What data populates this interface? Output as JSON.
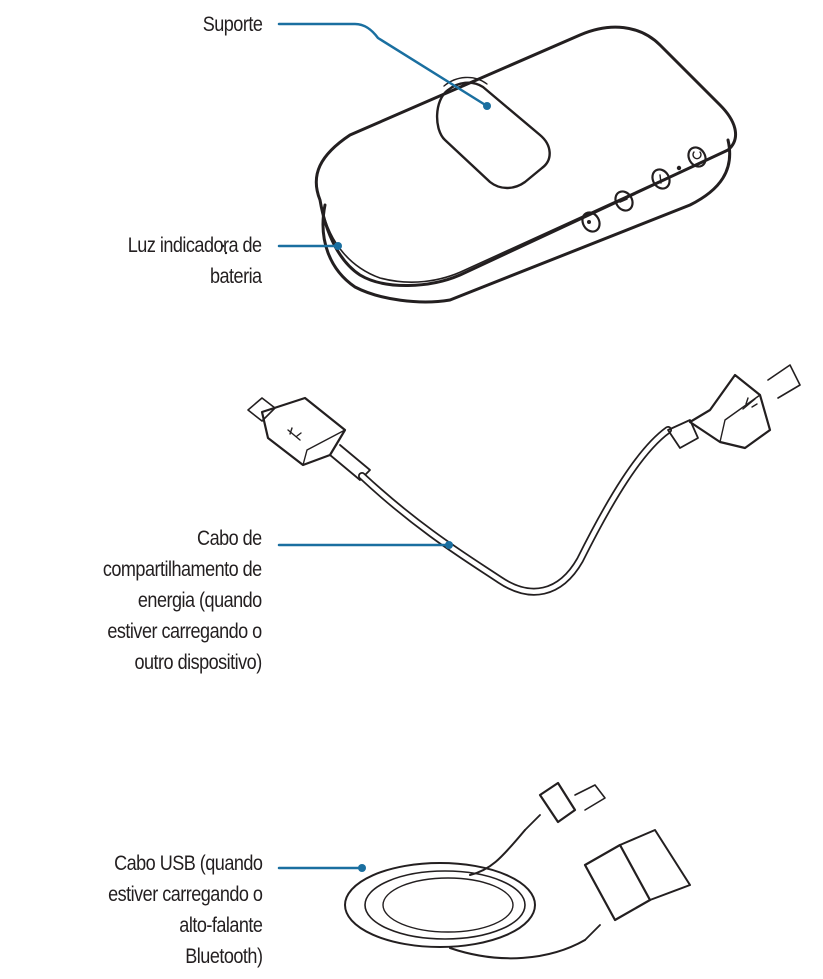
{
  "diagram": {
    "accent_color": "#1a6fa0",
    "line_color": "#231f20",
    "items": [
      {
        "id": "device",
        "callouts": [
          {
            "id": "suporte",
            "lines": [
              "Suporte"
            ]
          },
          {
            "id": "battery-light",
            "lines": [
              "Luz indicadora de",
              "bateria"
            ]
          }
        ]
      },
      {
        "id": "power-sharing-cable",
        "callouts": [
          {
            "id": "power-sharing-cable",
            "lines": [
              "Cabo de",
              "compartilhamento de",
              "energia (quando",
              "estiver carregando o",
              "outro dispositivo)"
            ]
          }
        ]
      },
      {
        "id": "usb-cable",
        "callouts": [
          {
            "id": "usb-cable",
            "lines": [
              "Cabo USB (quando",
              "estiver carregando o",
              "alto-falante",
              "Bluetooth)"
            ]
          }
        ]
      }
    ]
  }
}
